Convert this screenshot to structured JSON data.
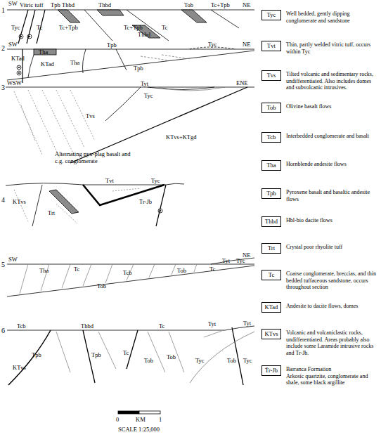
{
  "diagram": {
    "nodes": [
      {
        "text": [
          "Tyc",
          "Well bedded, gently dipping conglomerate and sandstone"
        ]
      },
      {
        "text": [
          "Tvt",
          "Thin, partly welded vitric tuff, occurs within Tyc"
        ]
      },
      {
        "text": [
          "Tvs",
          "Tilted volcanic and sedimentary rocks, undifferentiated. Also includes domes and subvolcanic intrusives."
        ]
      },
      {
        "text": [
          "Tob",
          "Olivine basalt flows"
        ]
      },
      {
        "text": [
          "Tcb",
          "Interbedded conglomerate and basalt"
        ]
      },
      {
        "text": [
          "Tha",
          "Hornblende andesite flows"
        ]
      },
      {
        "text": [
          "Tpb",
          "Pyroxene basalt and basaltic andesite flows"
        ]
      },
      {
        "text": [
          "Thbd",
          "Hbl-bio dacite flows"
        ]
      },
      {
        "text": [
          "Trt",
          "Crystal poor rhyolite tuff"
        ]
      },
      {
        "text": [
          "Tc",
          "Coarse conglomerate, breccias, and thin bedded tuffaceous sandstone, occurs throughout section"
        ]
      },
      {
        "text": [
          "KTad",
          "Andesite to dacite flows, domes"
        ]
      },
      {
        "text": [
          "KTvs",
          "Volcanic and volcaniclastic rocks, undifferentiated. Areas probably also include some Laramide intrusive rocks and T̄r-Jb."
        ]
      },
      {
        "text": [
          "T̄r-Jb",
          "Barranca Formation",
          "Arkosic quartzite, conglomerate and shale, some black argillite"
        ]
      }
    ],
    "labels": [
      "1",
      "SW",
      "Vitric tuff",
      "Tpb",
      "Thbd",
      "Thbd",
      "Tob",
      "Tc+Tpb",
      "NE",
      "Tyc",
      "Tc",
      "Tc+Tpb",
      "Tc+Tpb",
      "Thbd",
      "Tc",
      "2",
      "SW",
      "Tha",
      "Tpb",
      "Tyc",
      "NE",
      "KTad",
      "KTad",
      "Tha",
      "Tpb",
      "3",
      "WSW",
      "ENE",
      "Tyt",
      "Tyc",
      "Tvs",
      "KTvs+KTgd",
      "Alternating pyx-plag basalt and c.g. conglomerate",
      "4",
      "KTvs",
      "Tvt",
      "Tyc",
      "Trt",
      "T̄r-Jb",
      "5",
      "SW",
      "NE",
      "Tyt",
      "Tyc",
      "Tha",
      "Tc",
      "Tcb",
      "Tob",
      "Tc",
      "Tob",
      "6",
      "Tcb",
      "Thbd",
      "Tc",
      "Tyt",
      "Tyt",
      "Tpb",
      "Tpb",
      "Tc",
      "Tob",
      "Tob",
      "Tyc",
      "Tob",
      "Tyc",
      "KTvs",
      "0",
      "KM",
      "1",
      "SCALE 1:25,000"
    ]
  }
}
